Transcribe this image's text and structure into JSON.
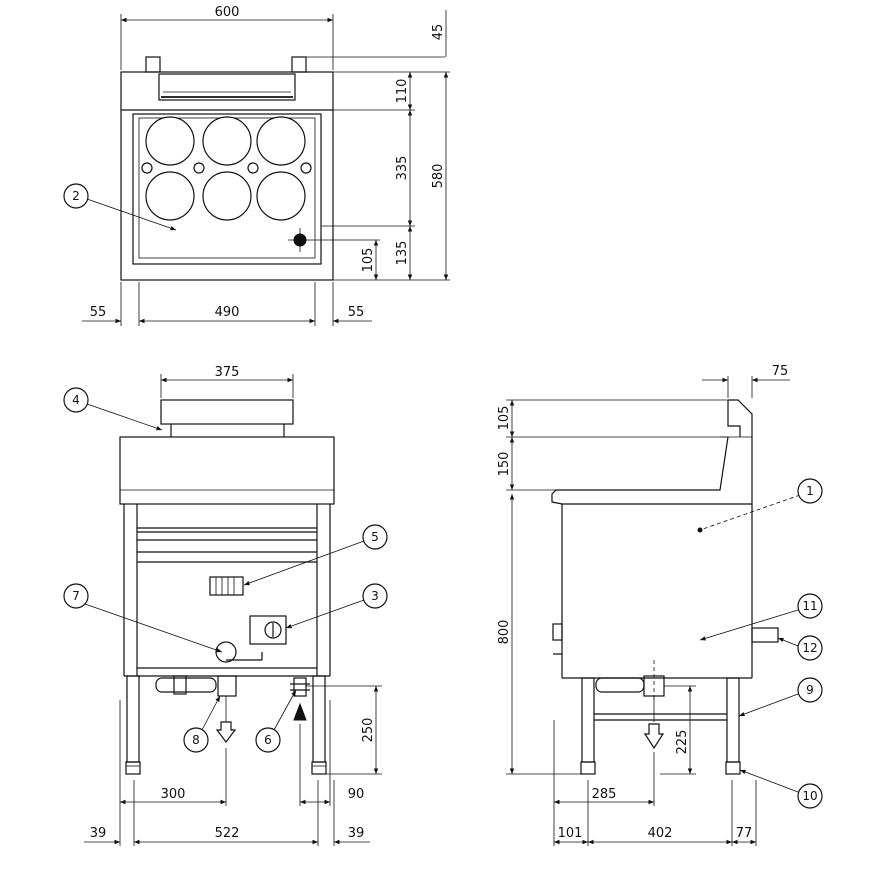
{
  "dimensions": {
    "top_width": "600",
    "top_rear_height": "45",
    "top_depth": "580",
    "top_section_a": "110",
    "top_section_b": "335",
    "top_section_c": "135",
    "top_drain_offset": "105",
    "top_left_margin": "55",
    "top_inner_width": "490",
    "top_right_margin": "55",
    "front_top_width": "375",
    "front_drain_x": "300",
    "front_gas_x": "90",
    "front_pipe_height": "250",
    "front_left_leg": "39",
    "front_leg_span": "522",
    "front_right_leg": "39",
    "side_top_offset": "75",
    "side_h1": "105",
    "side_h2": "150",
    "side_total_height": "800",
    "side_drain_height": "225",
    "side_drain_x": "285",
    "side_front_leg": "101",
    "side_leg_span": "402",
    "side_rear_leg": "77"
  },
  "callouts": [
    "1",
    "2",
    "3",
    "4",
    "5",
    "6",
    "7",
    "8",
    "9",
    "10",
    "11",
    "12"
  ]
}
